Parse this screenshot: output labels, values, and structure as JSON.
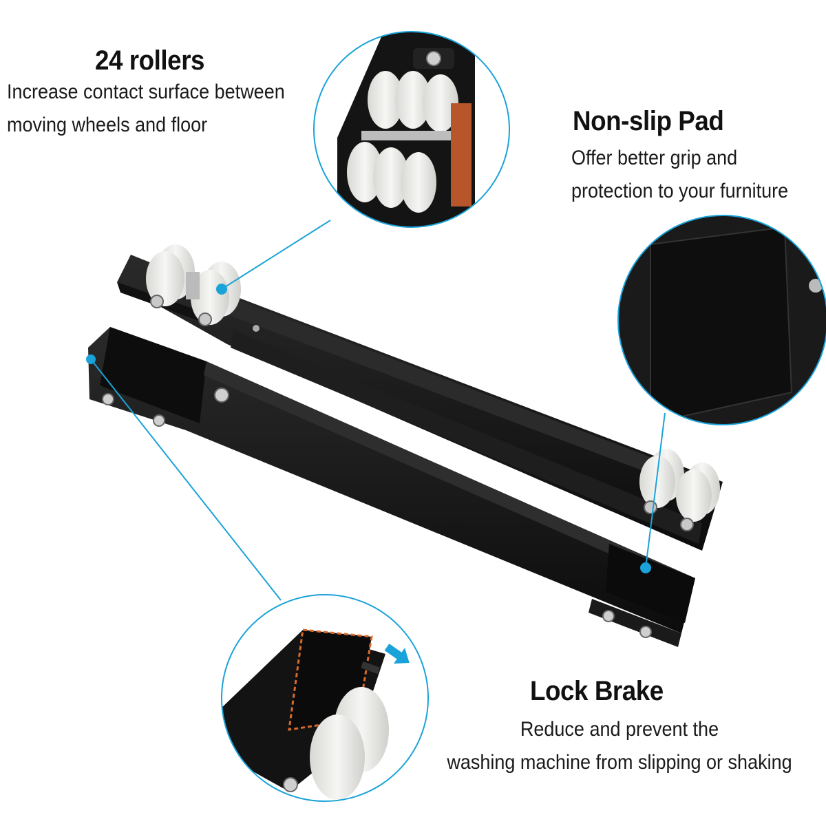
{
  "features": {
    "rollers": {
      "title": "24 rollers",
      "line1": "Increase contact surface between",
      "line2": "moving wheels and floor"
    },
    "pad": {
      "title": "Non-slip Pad",
      "line1": "Offer better grip and",
      "line2": "protection to your furniture"
    },
    "brake": {
      "title": "Lock Brake",
      "line1": "Reduce and prevent the",
      "line2": "washing machine from slipping or shaking"
    }
  },
  "colors": {
    "accent": "#1aa3d9",
    "frame": "#141414",
    "roller": "#eeeeec",
    "text": "#111111"
  },
  "icons": [
    "arrow-right-down-icon"
  ]
}
